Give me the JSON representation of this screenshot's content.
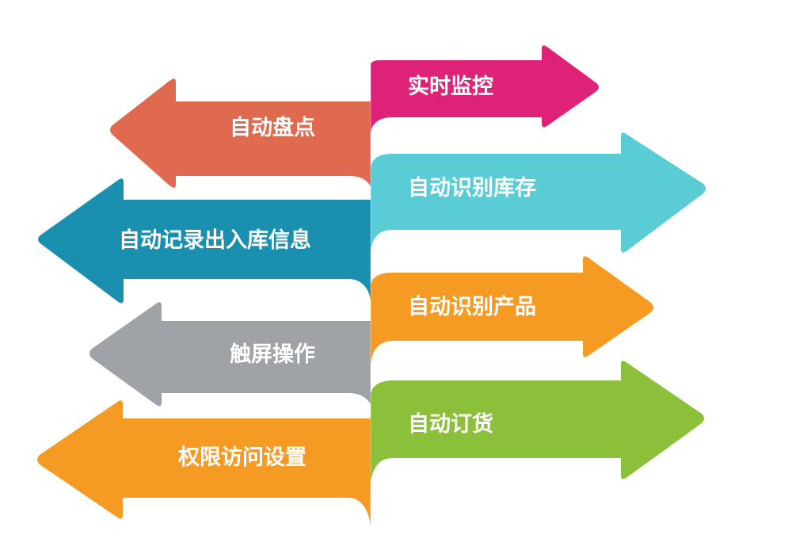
{
  "diagram": {
    "left_arrows": [
      {
        "label": "自动盘点",
        "color": "#E06A4F",
        "shade": "#B8503A"
      },
      {
        "label": "自动记录出入库信息",
        "color": "#1A8FB0",
        "shade": "#0F6C88"
      },
      {
        "label": "触屏操作",
        "color": "#9FA3A8",
        "shade": "#7D8186"
      },
      {
        "label": "权限访问设置",
        "color": "#F59A23",
        "shade": "#C97A12"
      }
    ],
    "right_arrows": [
      {
        "label": "实时监控",
        "color": "#DE2277",
        "shade": "#A8155A"
      },
      {
        "label": "自动识别库存",
        "color": "#59CCD6",
        "shade": "#3AA5AF"
      },
      {
        "label": "自动识别产品",
        "color": "#F59A23",
        "shade": "#C97A12"
      },
      {
        "label": "自动订货",
        "color": "#8CC03A",
        "shade": "#6A9628"
      }
    ]
  }
}
